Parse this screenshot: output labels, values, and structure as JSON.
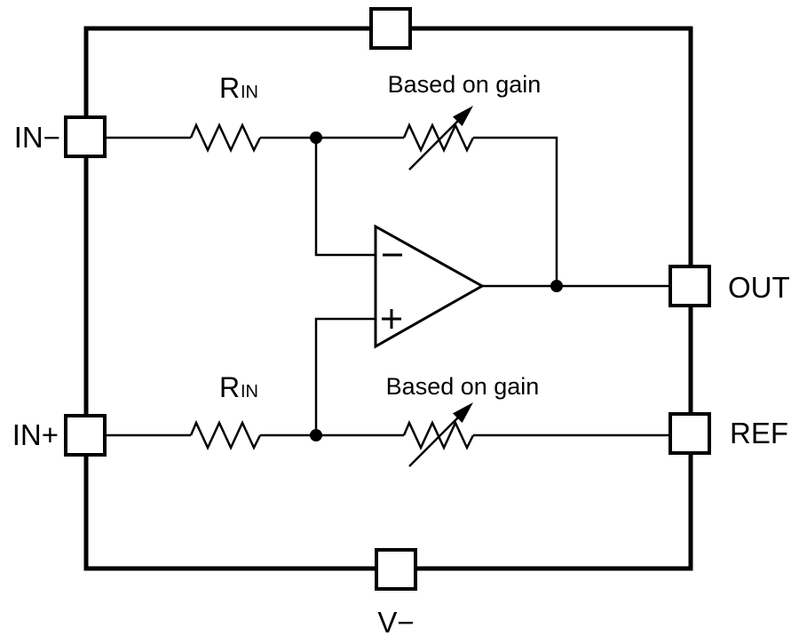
{
  "colors": {
    "line": "#000000",
    "background": "#ffffff",
    "pin_fill": "#ffffff"
  },
  "pins": {
    "in_minus": "IN−",
    "in_plus": "IN+",
    "out": "OUT",
    "ref": "REF",
    "v_minus": "V−"
  },
  "resistors": {
    "symbol": "R",
    "subscript": "IN",
    "variable_note": "Based on gain"
  },
  "opamp": {
    "inverting_input": "−",
    "noninverting_input": "+"
  }
}
